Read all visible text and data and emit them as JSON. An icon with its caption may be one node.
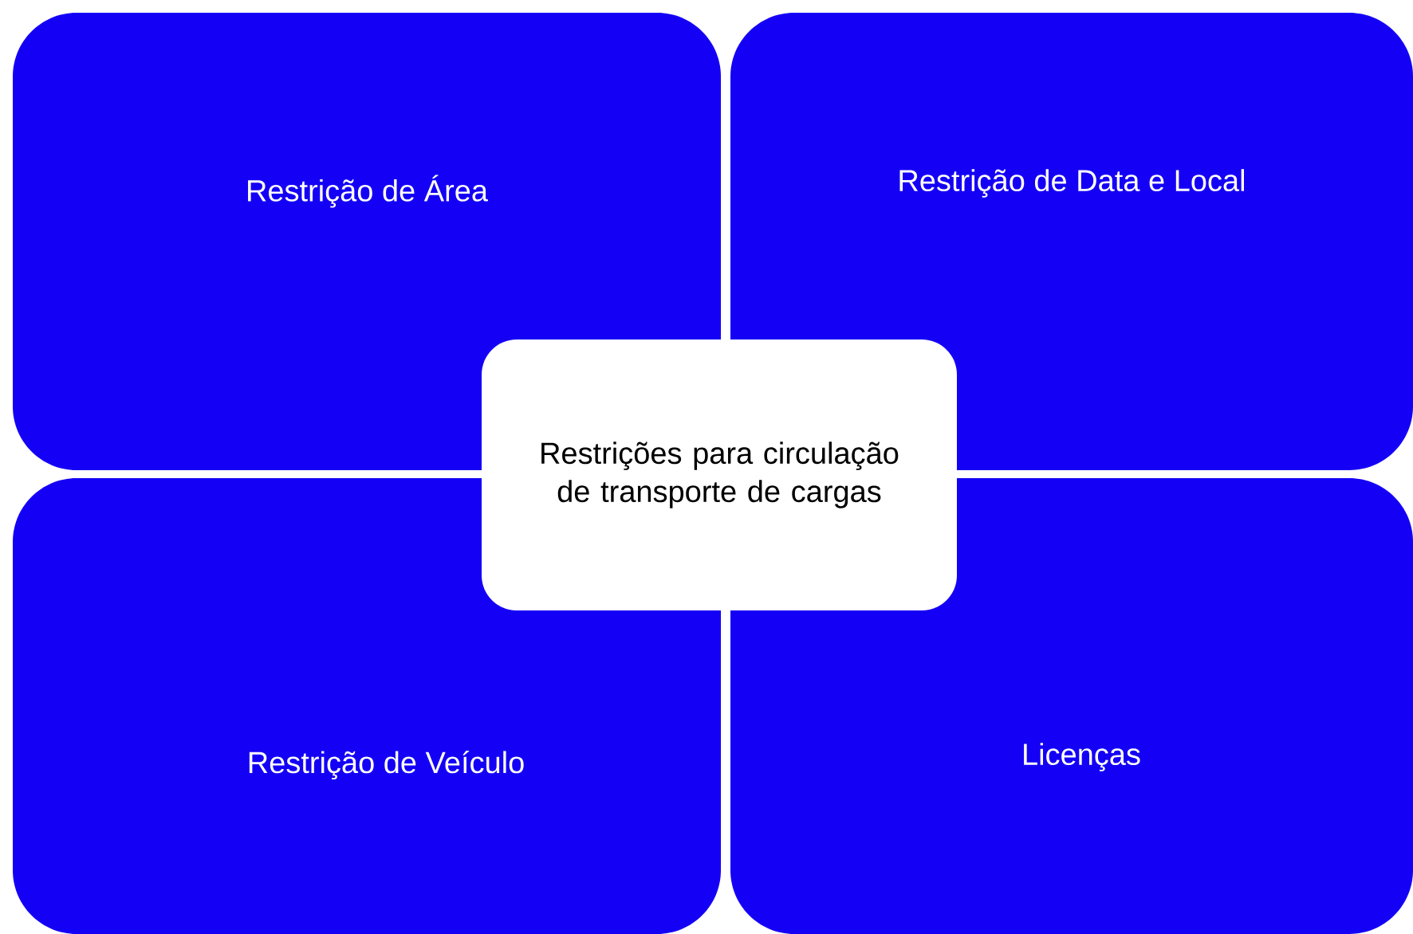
{
  "diagram": {
    "nodes": [
      {
        "text": [
          "Restrição de Área"
        ]
      },
      {
        "text": [
          "Restrição de Data e Local"
        ]
      },
      {
        "text": [
          "Restrições para circulação de transporte de cargas"
        ]
      },
      {
        "text": [
          "Restrição de Veículo"
        ]
      },
      {
        "text": [
          "Licenças"
        ]
      }
    ]
  }
}
